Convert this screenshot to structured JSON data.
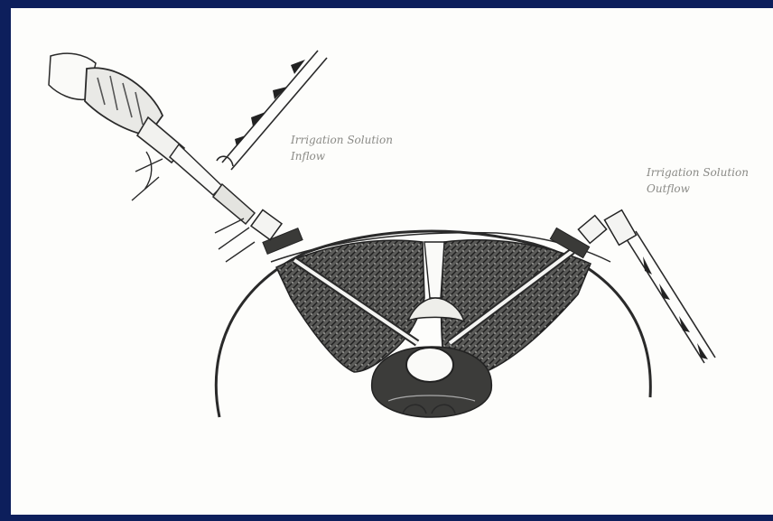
{
  "labels": {
    "inflow": {
      "line1": "Irrigation Solution",
      "line2": "Inflow"
    },
    "outflow": {
      "line1": "Irrigation Solution",
      "line2": "Outflow"
    }
  },
  "colors": {
    "frame": "#0d1f5c",
    "panel": "#fdfdfb",
    "ink": "#2a2a2a",
    "muscle": "#4a4a4a",
    "label": "#8a8a86"
  },
  "icons": {
    "camera": "endoscope-camera-icon",
    "inflow_arrow": "arrow-down-left-icon",
    "outflow_arrow": "arrow-down-right-icon"
  }
}
